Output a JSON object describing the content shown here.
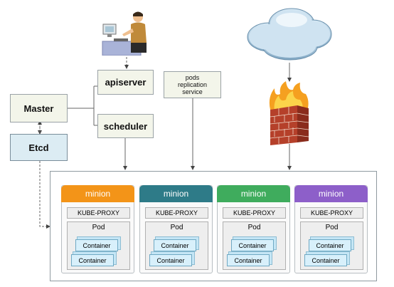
{
  "control": {
    "apiserver": "apiserver",
    "scheduler": "scheduler",
    "master": "Master",
    "etcd": "Etcd",
    "pods_service": "pods\nreplication\nservice"
  },
  "minions": [
    {
      "title": "minion",
      "color": "#f39418",
      "proxy": "KUBE-PROXY",
      "pod": "Pod",
      "containers": [
        "Container",
        "Container"
      ]
    },
    {
      "title": "minion",
      "color": "#2e7b88",
      "proxy": "KUBE-PROXY",
      "pod": "Pod",
      "containers": [
        "Container",
        "Container"
      ]
    },
    {
      "title": "minion",
      "color": "#3fac5d",
      "proxy": "KUBE-PROXY",
      "pod": "Pod",
      "containers": [
        "Container",
        "Container"
      ]
    },
    {
      "title": "minion",
      "color": "#8d5fc9",
      "proxy": "KUBE-PROXY",
      "pod": "Pod",
      "containers": [
        "Container",
        "Container"
      ]
    }
  ],
  "icons": {
    "user": "user-at-computer-icon",
    "cloud": "cloud-icon",
    "firewall": "firewall-icon"
  }
}
